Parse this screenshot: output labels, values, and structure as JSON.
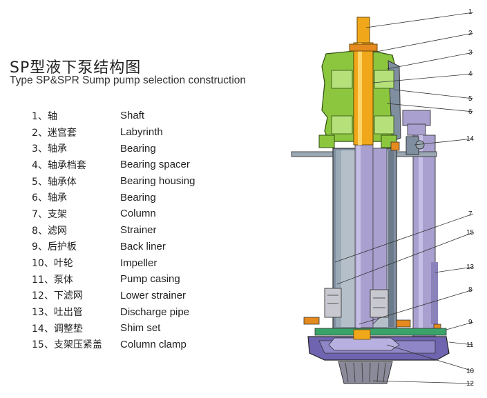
{
  "title_cn": "SP型液下泵结构图",
  "title_en": "Type SP&SPR  Sump pump selection construction",
  "parts": [
    {
      "cn": "1、轴",
      "en": "Shaft"
    },
    {
      "cn": "2、迷宫套",
      "en": "Labyrinth"
    },
    {
      "cn": "3、轴承",
      "en": "Bearing"
    },
    {
      "cn": "4、轴承档套",
      "en": "Bearing spacer"
    },
    {
      "cn": "5、轴承体",
      "en": "Bearing housing"
    },
    {
      "cn": "6、轴承",
      "en": "Bearing"
    },
    {
      "cn": "7、支架",
      "en": "Column"
    },
    {
      "cn": "8、滤网",
      "en": "Strainer"
    },
    {
      "cn": "9、后护板",
      "en": "Back liner"
    },
    {
      "cn": "10、叶轮",
      "en": "Impeller"
    },
    {
      "cn": "11、泵体",
      "en": "Pump casing"
    },
    {
      "cn": "12、下滤网",
      "en": "Lower strainer"
    },
    {
      "cn": "13、吐出管",
      "en": "Discharge pipe"
    },
    {
      "cn": "14、调整垫",
      "en": "Shim set"
    },
    {
      "cn": "15、支架压紧盖",
      "en": "Column clamp"
    }
  ],
  "callouts": [
    "1",
    "2",
    "3",
    "4",
    "5",
    "6",
    "14",
    "7",
    "15",
    "13",
    "8",
    "9",
    "11",
    "10",
    "12"
  ],
  "colors": {
    "shaft": "#f0a81a",
    "bearing_housing": "#8cc63f",
    "column": "#7f8fa0",
    "pipe": "#a9a0d0",
    "casing": "#6f64b0",
    "strainer": "#8a8a9a",
    "orange_part": "#e58a1f"
  }
}
